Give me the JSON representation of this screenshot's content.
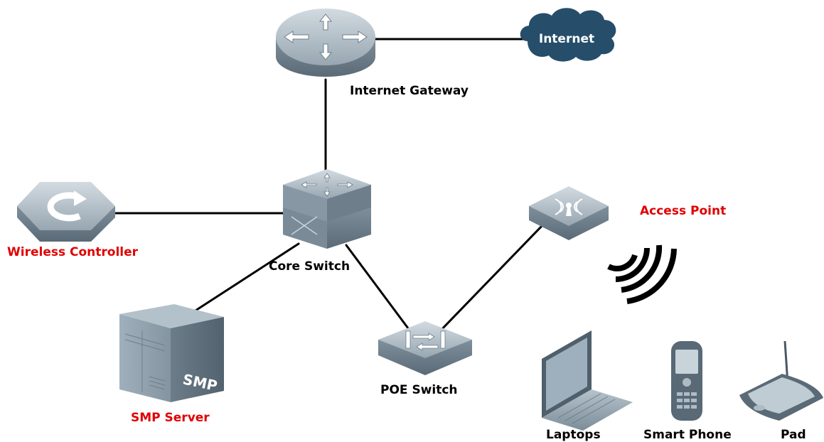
{
  "nodes": {
    "internet": {
      "label": "Internet"
    },
    "gateway": {
      "label": "Internet Gateway"
    },
    "core_switch": {
      "label": "Core Switch"
    },
    "wireless_controller": {
      "label": "Wireless Controller"
    },
    "smp_server": {
      "label": "SMP Server",
      "icon_text": "SMP"
    },
    "poe_switch": {
      "label": "POE Switch"
    },
    "access_point": {
      "label": "Access Point"
    },
    "laptops": {
      "label": "Laptops"
    },
    "smart_phone": {
      "label": "Smart Phone"
    },
    "pad": {
      "label": "Pad"
    }
  },
  "colors": {
    "label_default": "#000000",
    "label_highlight": "#e00000",
    "device_fill": "#8a9aa6",
    "device_dark": "#5c6d79",
    "cloud_fill": "#264e6b",
    "link": "#000000"
  }
}
